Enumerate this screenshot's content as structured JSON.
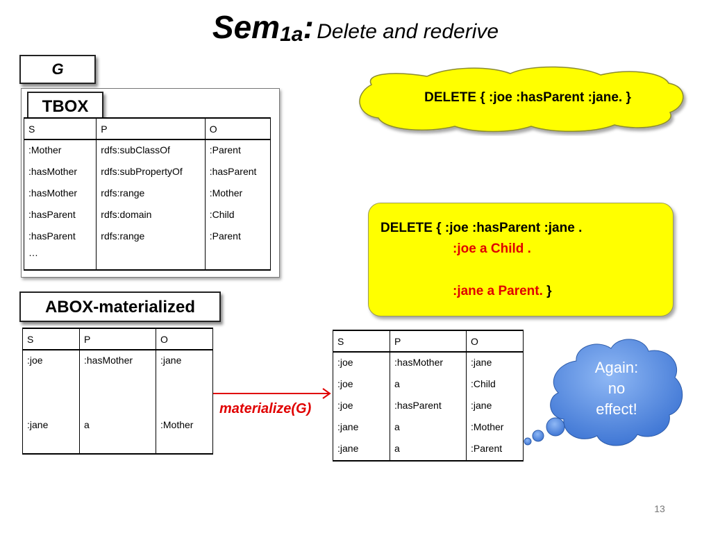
{
  "title": {
    "main": "Sem",
    "subscript": "1a",
    "colon": ":",
    "rest": "Delete and rederive"
  },
  "g_label": "G",
  "tbox": {
    "label": "TBOX",
    "headers": [
      "S",
      "P",
      "O"
    ],
    "rows": [
      [
        ":Mother",
        "rdfs:subClassOf",
        ":Parent"
      ],
      [
        ":hasMother",
        "rdfs:subPropertyOf",
        ":hasParent"
      ],
      [
        ":hasMother",
        "rdfs:range",
        ":Mother"
      ],
      [
        ":hasParent",
        "rdfs:domain",
        ":Child"
      ],
      [
        ":hasParent",
        "rdfs:range",
        ":Parent"
      ]
    ],
    "ellipsis": "…"
  },
  "abox": {
    "label": "ABOX-materialized",
    "headers": [
      "S",
      "P",
      "O"
    ],
    "rows": [
      [
        ":joe",
        ":hasMother",
        ":jane"
      ],
      [
        ":jane",
        "a",
        ":Mother"
      ]
    ]
  },
  "materialize_label": "materialize(G)",
  "result": {
    "headers": [
      "S",
      "P",
      "O"
    ],
    "rows": [
      [
        ":joe",
        ":hasMother",
        ":jane"
      ],
      [
        ":joe",
        "a",
        ":Child"
      ],
      [
        ":joe",
        ":hasParent",
        ":jane"
      ],
      [
        ":jane",
        "a",
        ":Mother"
      ],
      [
        ":jane",
        "a",
        ":Parent"
      ]
    ]
  },
  "delete_bubble": "DELETE { :joe :hasParent :jane. }",
  "delete_box": {
    "line1": "DELETE { :joe :hasParent :jane .",
    "line2": ":joe a Child .",
    "line3_red": ":jane a Parent.",
    "line3_close": "}"
  },
  "thought": {
    "line1": "Again:",
    "line2": "no",
    "line3": "effect!"
  },
  "page_number": "13",
  "colors": {
    "yellow": "#ffff00",
    "red": "#e00000",
    "cloud_blue": "#5b8fe0"
  }
}
